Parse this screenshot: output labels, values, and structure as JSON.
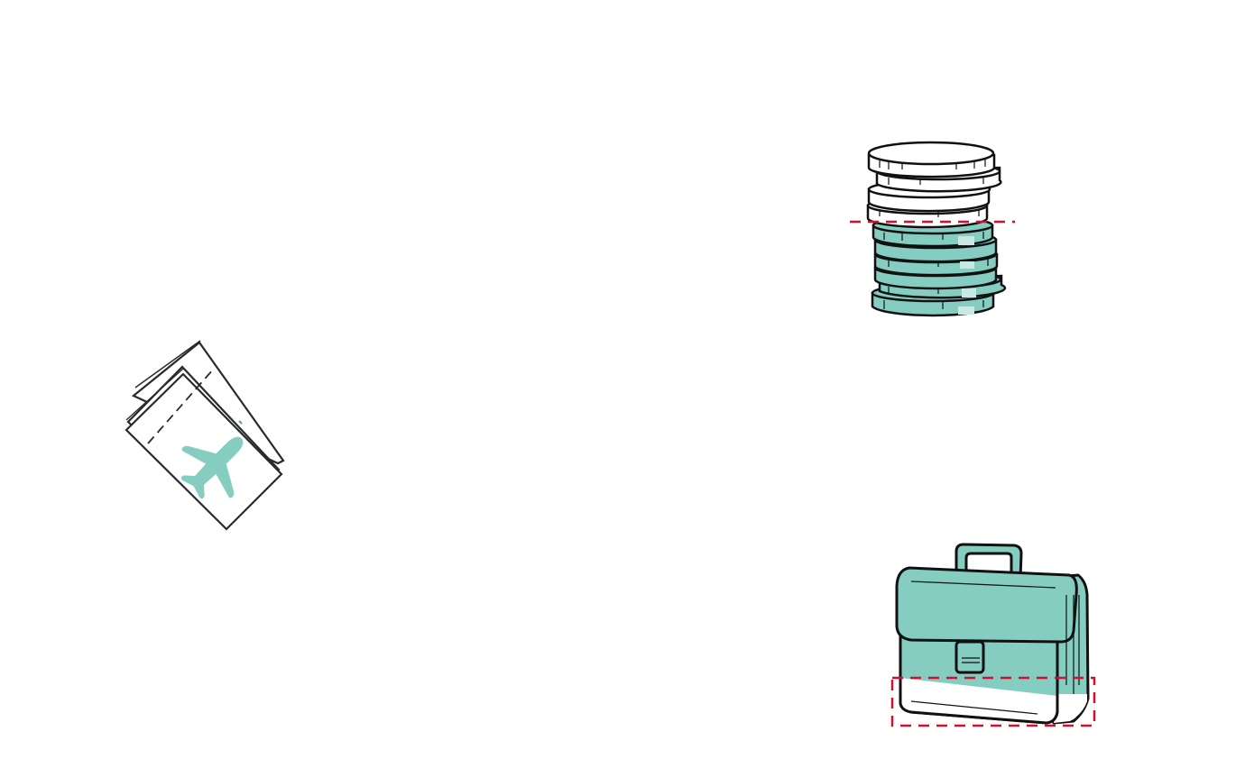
{
  "colors": {
    "teal": "#84cdc0",
    "teal_highlight": "#c7e9e2",
    "outline": "#111111",
    "dash_red": "#d0102f",
    "background": "#ffffff"
  },
  "illustrations": [
    "plane-tickets",
    "coin-stack",
    "briefcase"
  ]
}
